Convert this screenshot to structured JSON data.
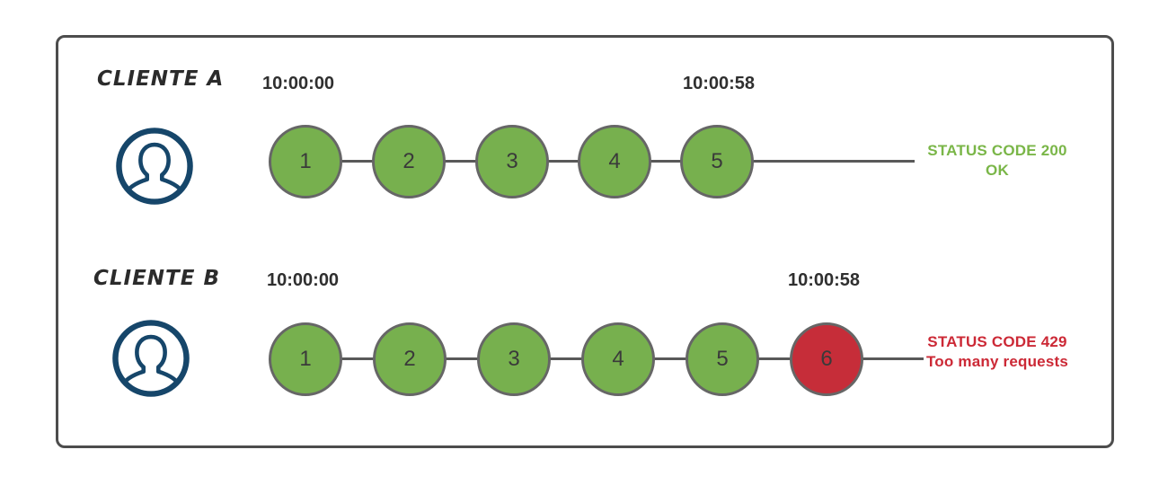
{
  "colors": {
    "green": "#77b04e",
    "red": "#c62d39",
    "node_border": "#666666",
    "line": "#595959",
    "frame_border": "#4d4d4d",
    "navy": "#16466a",
    "status_green": "#7ab648",
    "status_red": "#cc2936"
  },
  "rows": [
    {
      "client_label": "CLIENTE A",
      "icon": "user-circle-icon",
      "start_time": "10:00:00",
      "end_time": "10:00:58",
      "requests": [
        {
          "label": "1",
          "state": "ok"
        },
        {
          "label": "2",
          "state": "ok"
        },
        {
          "label": "3",
          "state": "ok"
        },
        {
          "label": "4",
          "state": "ok"
        },
        {
          "label": "5",
          "state": "ok"
        }
      ],
      "status": {
        "line1": "STATUS CODE 200",
        "line2": "OK",
        "tone": "success"
      }
    },
    {
      "client_label": "CLIENTE B",
      "icon": "user-circle-icon",
      "start_time": "10:00:00",
      "end_time": "10:00:58",
      "requests": [
        {
          "label": "1",
          "state": "ok"
        },
        {
          "label": "2",
          "state": "ok"
        },
        {
          "label": "3",
          "state": "ok"
        },
        {
          "label": "4",
          "state": "ok"
        },
        {
          "label": "5",
          "state": "ok"
        },
        {
          "label": "6",
          "state": "blocked"
        }
      ],
      "status": {
        "line1": "STATUS CODE 429",
        "line2": "Too many requests",
        "tone": "error"
      }
    }
  ]
}
